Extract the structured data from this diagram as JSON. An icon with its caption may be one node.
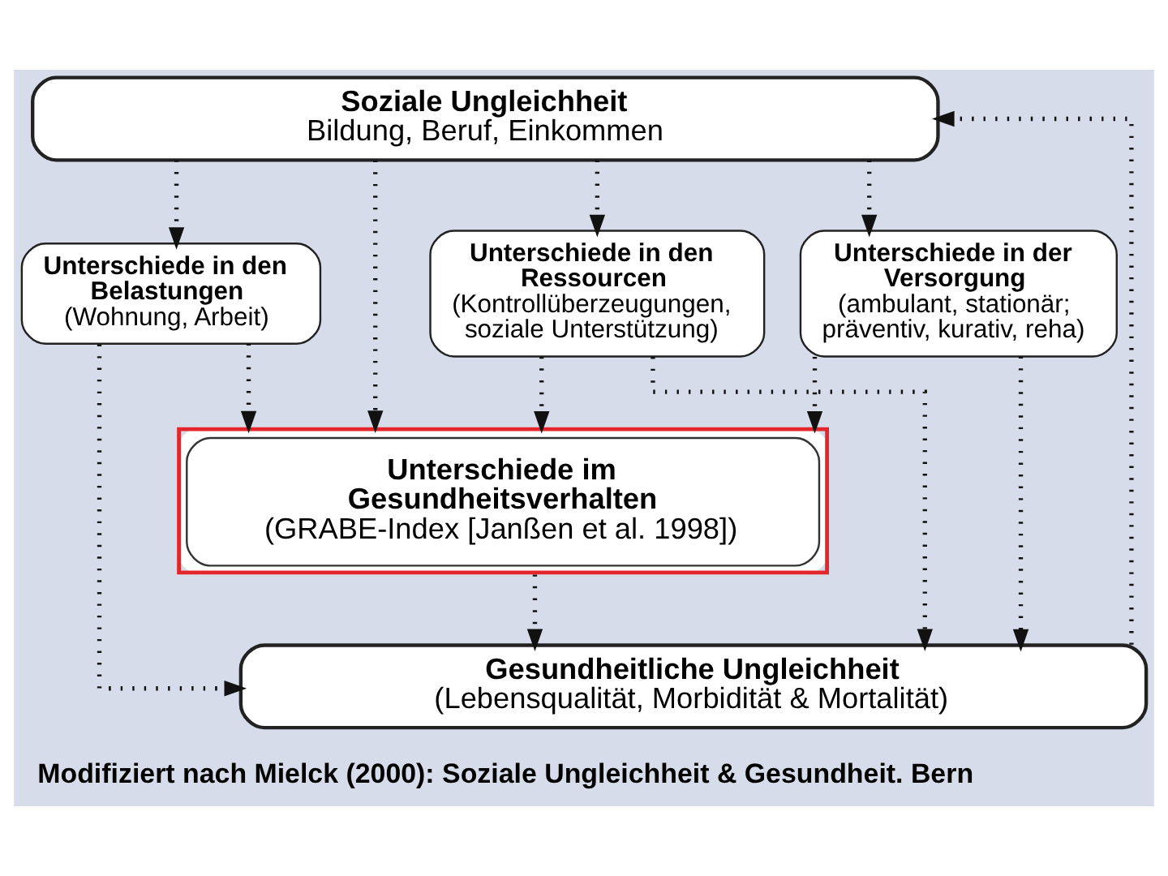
{
  "diagram": {
    "caption": "Modifiziert nach Mielck (2000): Soziale Ungleichheit & Gesundheit. Bern",
    "nodes": [
      {
        "text": [
          "Soziale Ungleichheit",
          "Bildung, Beruf, Einkommen"
        ]
      },
      {
        "text": [
          "Unterschiede in den Belastungen",
          "(Wohnung, Arbeit)"
        ]
      },
      {
        "text": [
          "Unterschiede in den Ressourcen",
          "(Kontrollüberzeugungen, soziale Unterstützung)"
        ]
      },
      {
        "text": [
          "Unterschiede in der Versorgung",
          "(ambulant, stationär; präventiv, kurativ, reha)"
        ]
      },
      {
        "text": [
          "Unterschiede im Gesundheitsverhalten",
          "(GRABE-Index [Janßen et al. 1998])"
        ]
      },
      {
        "text": [
          "Gesundheitliche Ungleichheit",
          "(Lebensqualität, Morbidität & Mortalität)"
        ]
      }
    ],
    "edges": [
      {
        "from": 0,
        "to": 1,
        "arrow": "to"
      },
      {
        "from": 0,
        "to": 2,
        "arrow": "to"
      },
      {
        "from": 0,
        "to": 4,
        "arrow": "to"
      },
      {
        "from": 0,
        "to": 3,
        "arrow": "to"
      },
      {
        "from": 1,
        "to": 4,
        "arrow": "to"
      },
      {
        "from": 1,
        "to": 5,
        "arrow": "to"
      },
      {
        "from": 2,
        "to": 4,
        "arrow": "to"
      },
      {
        "from": 2,
        "to": 5,
        "arrow": "to"
      },
      {
        "from": 3,
        "to": 4,
        "arrow": "to"
      },
      {
        "from": 3,
        "to": 5,
        "arrow": "to"
      },
      {
        "from": 4,
        "to": 5,
        "arrow": "to"
      },
      {
        "from": 5,
        "to": 0,
        "arrow": "to"
      }
    ]
  }
}
